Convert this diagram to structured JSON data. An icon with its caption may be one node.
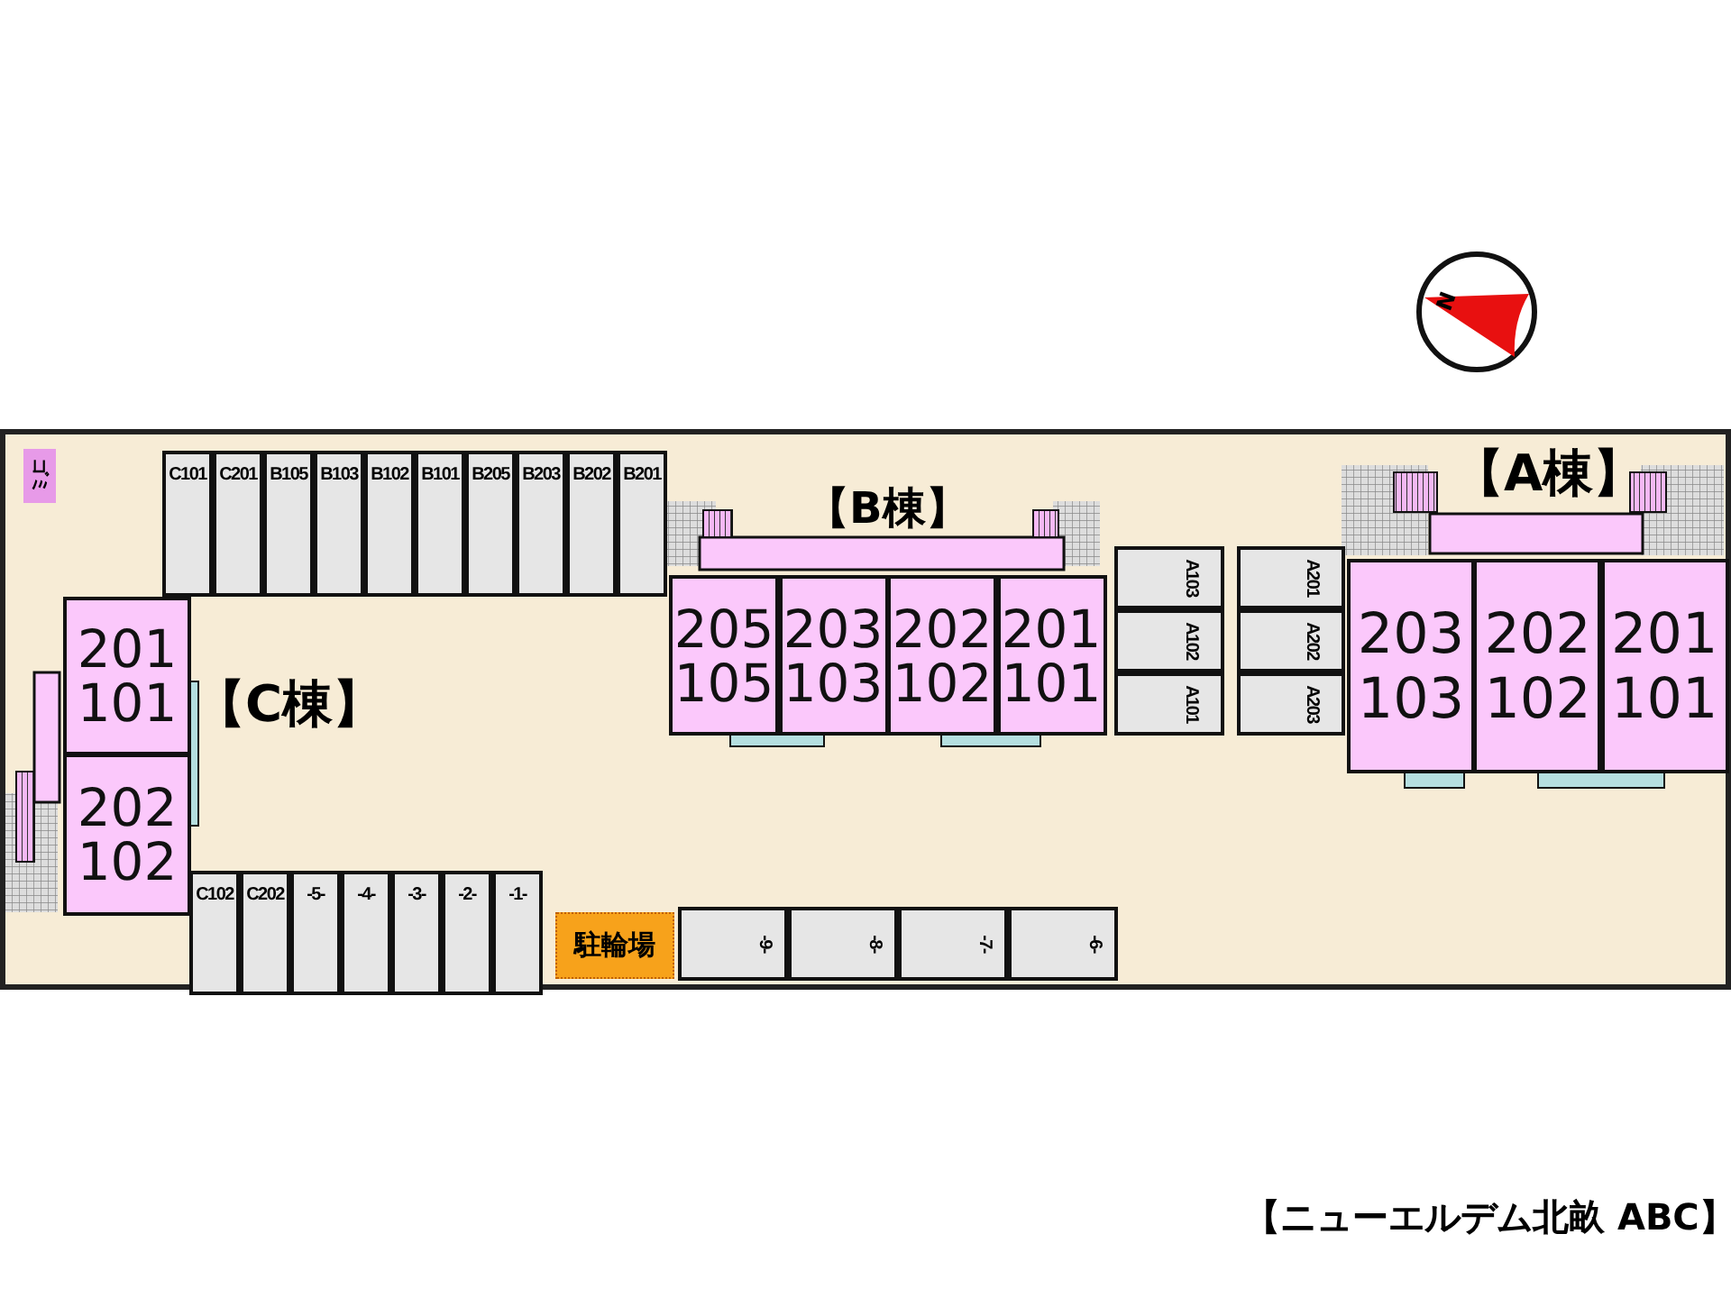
{
  "diagram": {
    "caption": "【ニューエルデム北畝 ABC】",
    "nodes": [
      {
        "text": [],
        "shape": "box"
      },
      {
        "text": [
          "ゴミ"
        ],
        "in": 0
      },
      {
        "text": [
          "C101"
        ],
        "in": 0
      },
      {
        "text": [
          "C201"
        ],
        "in": 0
      },
      {
        "text": [
          "B105"
        ],
        "in": 0
      },
      {
        "text": [
          "B103"
        ],
        "in": 0
      },
      {
        "text": [
          "B102"
        ],
        "in": 0
      },
      {
        "text": [
          "B101"
        ],
        "in": 0
      },
      {
        "text": [
          "B205"
        ],
        "in": 0
      },
      {
        "text": [
          "B203"
        ],
        "in": 0
      },
      {
        "text": [
          "B202"
        ],
        "in": 0
      },
      {
        "text": [
          "B201"
        ],
        "in": 0
      },
      {
        "text": [
          "205",
          "105"
        ],
        "in": 0
      },
      {
        "text": [
          "203",
          "103"
        ],
        "in": 0
      },
      {
        "text": [
          "202",
          "102"
        ],
        "in": 0
      },
      {
        "text": [
          "201",
          "101"
        ],
        "in": 0
      },
      {
        "text": [
          "A103"
        ],
        "in": 0
      },
      {
        "text": [
          "A102"
        ],
        "in": 0
      },
      {
        "text": [
          "A101"
        ],
        "in": 0
      },
      {
        "text": [
          "A201"
        ],
        "in": 0
      },
      {
        "text": [
          "A202"
        ],
        "in": 0
      },
      {
        "text": [
          "A203"
        ],
        "in": 0
      },
      {
        "text": [
          "203",
          "103"
        ],
        "in": 0
      },
      {
        "text": [
          "202",
          "102"
        ],
        "in": 0
      },
      {
        "text": [
          "201",
          "101"
        ],
        "in": 0
      },
      {
        "text": [
          "201",
          "101"
        ],
        "in": 0
      },
      {
        "text": [
          "202",
          "102"
        ],
        "in": 0
      },
      {
        "text": [
          "C102"
        ],
        "in": 0
      },
      {
        "text": [
          "C202"
        ],
        "in": 0
      },
      {
        "text": [
          "-5-"
        ],
        "in": 0
      },
      {
        "text": [
          "-4-"
        ],
        "in": 0
      },
      {
        "text": [
          "-3-"
        ],
        "in": 0
      },
      {
        "text": [
          "-2-"
        ],
        "in": 0
      },
      {
        "text": [
          "-1-"
        ],
        "in": 0
      },
      {
        "text": [
          "駐輪場"
        ],
        "in": 0
      },
      {
        "text": [
          "-9-"
        ],
        "in": 0
      },
      {
        "text": [
          "-8-"
        ],
        "in": 0
      },
      {
        "text": [
          "-7-"
        ],
        "in": 0
      },
      {
        "text": [
          "-6-"
        ],
        "in": 0
      }
    ],
    "labels": [
      "N",
      "【A棟】",
      "【B棟】",
      "【C棟】"
    ]
  }
}
